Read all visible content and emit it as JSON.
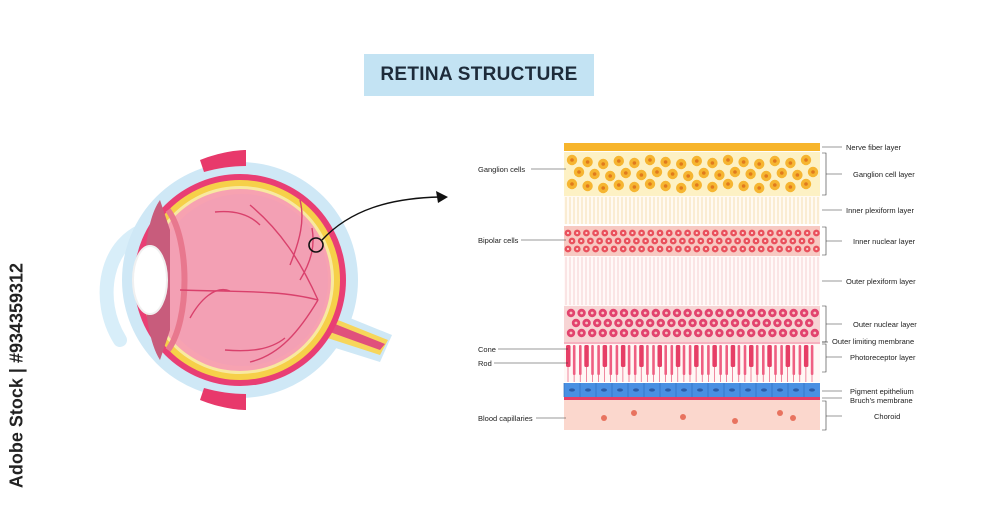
{
  "title": "RETINA STRUCTURE",
  "watermark": "Adobe Stock | #934359312",
  "left_labels": {
    "ganglion_cells": "Ganglion cells",
    "bipolar_cells": "Bipolar cells",
    "cone": "Cone",
    "rod": "Rod",
    "blood_capillaries": "Blood capillaries"
  },
  "right_labels": {
    "nerve_fiber_layer": "Nerve fiber layer",
    "ganglion_cell_layer": "Ganglion cell layer",
    "inner_plexiform_layer": "Inner plexiform layer",
    "inner_nuclear_layer": "Inner nuclear layer",
    "outer_plexiform_layer": "Outer plexiform layer",
    "outer_nuclear_layer": "Outer nuclear layer",
    "outer_limiting_membrane": "Outer limiting membrane",
    "photoreceptor_layer": "Photoreceptor layer",
    "pigment_epithelium": "Pigment epithelium",
    "bruchs_membrane": "Bruch's membrane",
    "choroid": "Choroid"
  },
  "colors": {
    "nerve_fiber": "#f7b52c",
    "ganglion_bg": "#fdf1c4",
    "ganglion_cell": "#f6b531",
    "inner_nuclear_bg": "#f7c9c2",
    "inner_nuclear_cell": "#e9505c",
    "outer_nuclear_cell": "#e2436e",
    "photoreceptor": "#e63e66",
    "pigment": "#4a90e2",
    "choroid": "#fbd7cd",
    "eye_pink": "#f08ca2",
    "sclera_blue": "#cfe8f6"
  }
}
